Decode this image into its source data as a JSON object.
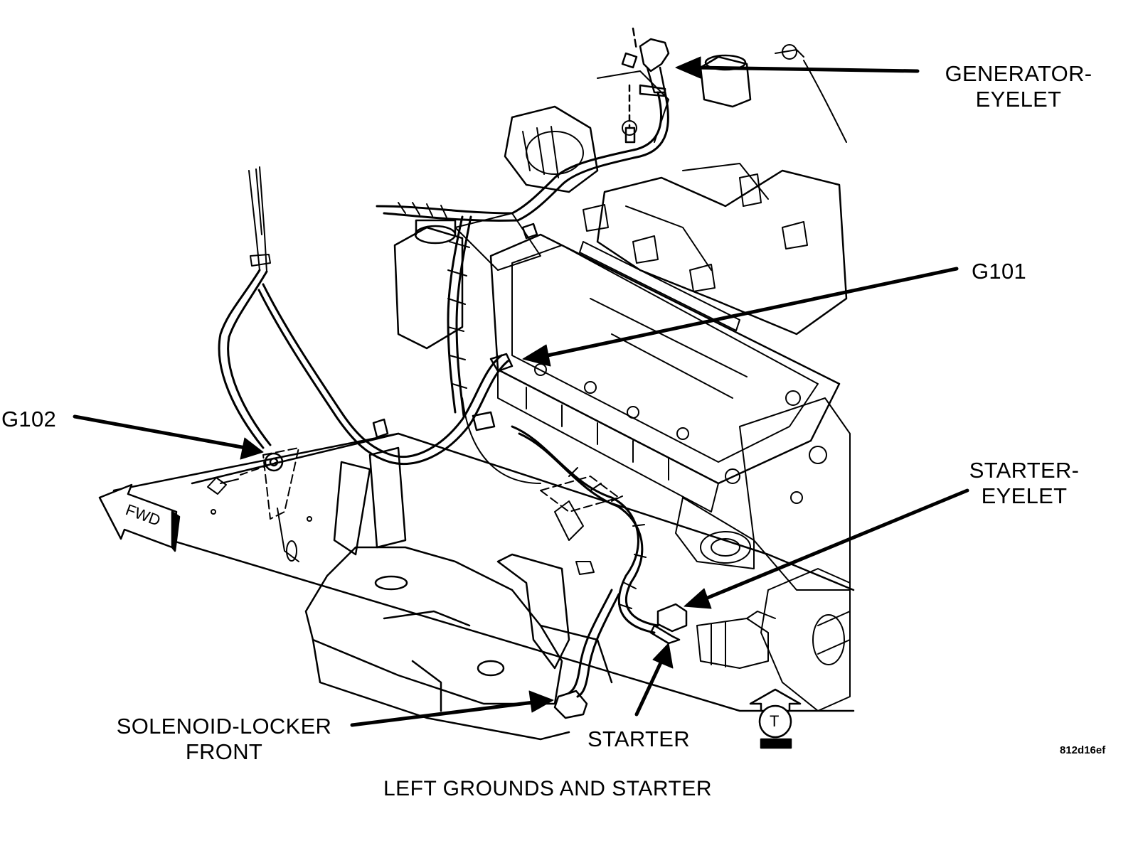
{
  "callouts": {
    "generator_eyelet": [
      "GENERATOR-",
      "EYELET"
    ],
    "g101": "G101",
    "g102": "G102",
    "starter_eyelet": [
      "STARTER-",
      "EYELET"
    ],
    "solenoid_locker": [
      "SOLENOID-LOCKER",
      "FRONT"
    ],
    "starter": "STARTER"
  },
  "symbols": {
    "forward_arrow": "FWD",
    "top_view_marker": "T"
  },
  "image_code": "812d16ef",
  "figure_title": "LEFT GROUNDS AND STARTER",
  "colors": {
    "ink": "#000000",
    "paper": "#ffffff"
  }
}
